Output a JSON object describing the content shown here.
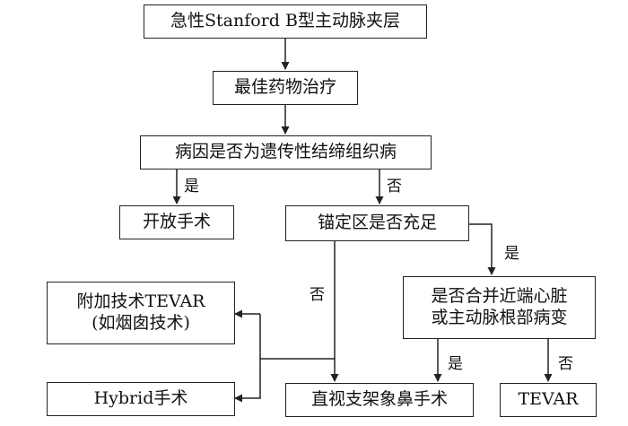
{
  "nodes": {
    "root": "急性Stanford B型主动脉夹层",
    "drug": "最佳药物治疗",
    "cause": "病因是否为遗传性结缔组织病",
    "open": "开放手术",
    "anchor": "锚定区是否充足",
    "combined": [
      "是否合并近端心脏",
      "或主动脉根部病变"
    ],
    "addon": [
      "附加技术TEVAR",
      "(如烟囱技术)"
    ],
    "hybrid": "Hybrid手术",
    "stentgraft": "直视支架象鼻手术",
    "tevar": "TEVAR"
  },
  "edge_labels": {
    "cause_yes": "是",
    "cause_no": "否",
    "anchor_no": "否",
    "anchor_yes": "是",
    "combined_yes": "是",
    "combined_no": "否"
  },
  "colors": {
    "line": "#222222",
    "text": "#111111",
    "background": "#ffffff"
  }
}
